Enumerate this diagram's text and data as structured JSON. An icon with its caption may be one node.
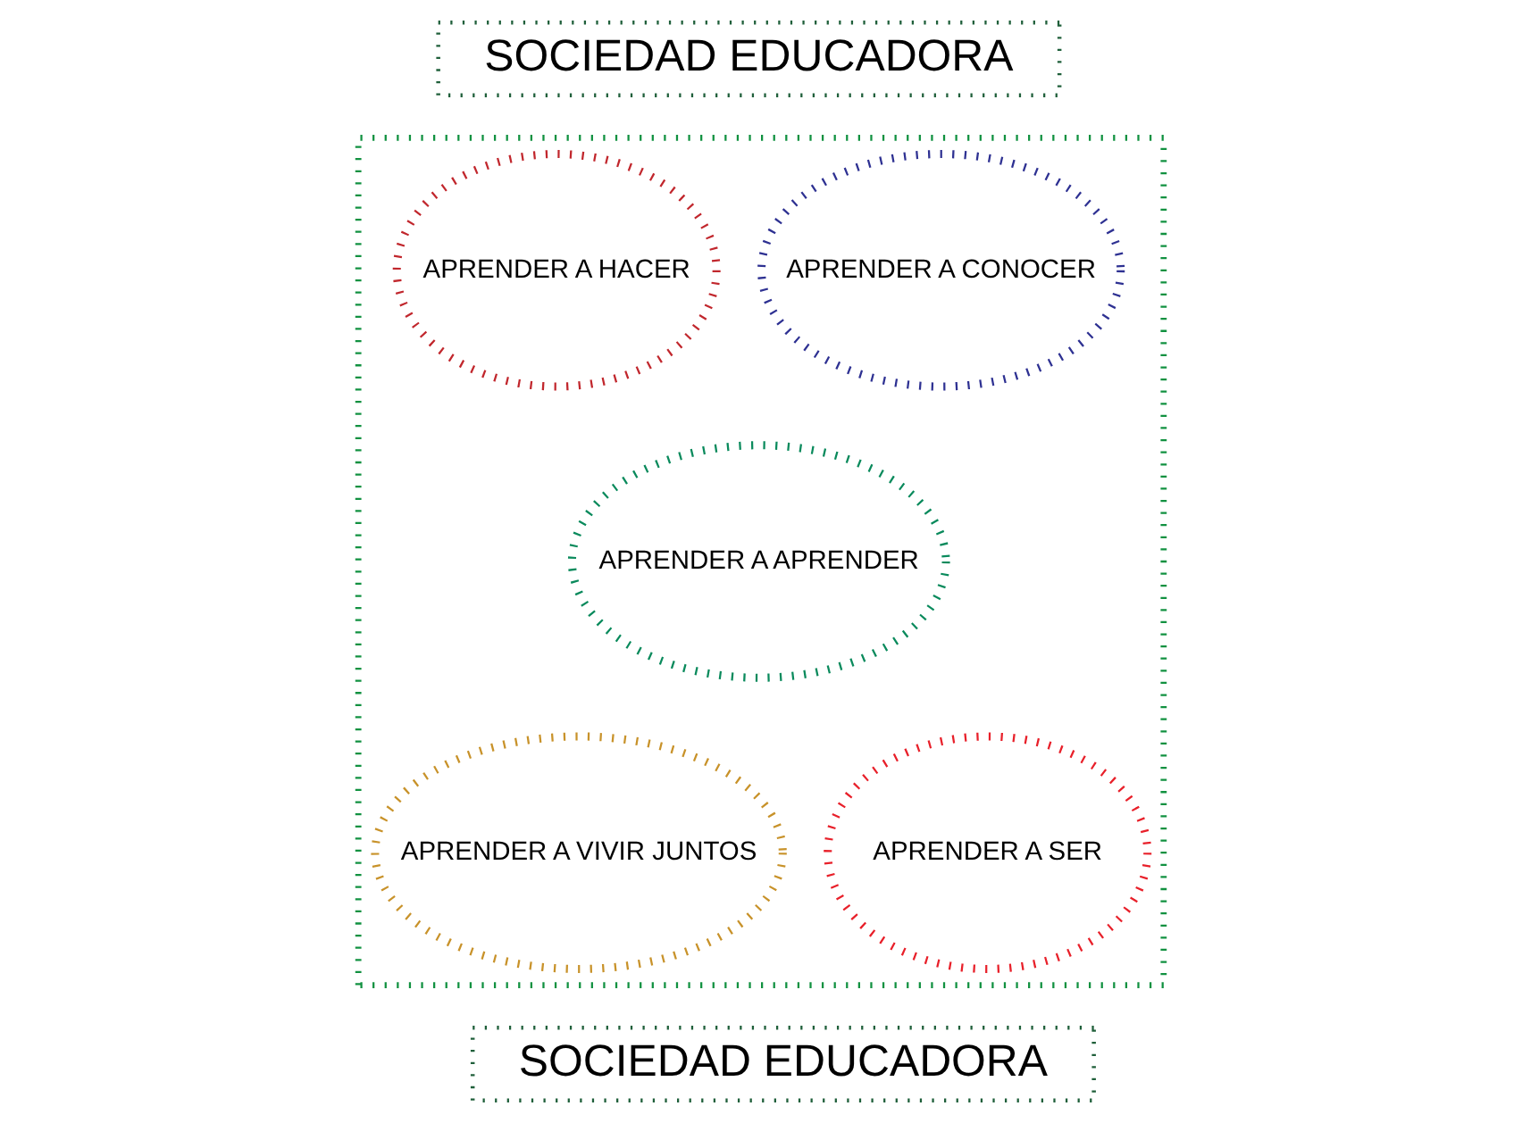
{
  "diagram": {
    "nodes": [
      {
        "text": [
          "SOCIEDAD EDUCADORA"
        ]
      },
      {
        "text": [],
        "shape": "box"
      },
      {
        "text": [
          "APRENDER A CONOCER"
        ],
        "in": 1
      },
      {
        "text": [
          "APRENDER A HACER"
        ],
        "in": 1
      },
      {
        "text": [
          "APRENDER A APRENDER"
        ],
        "in": 1
      },
      {
        "text": [
          "APRENDER A VIVIR JUNTOS"
        ],
        "in": 1
      },
      {
        "text": [
          "APRENDER A SER"
        ],
        "in": 1
      },
      {
        "text": [
          "SOCIEDAD EDUCADORA"
        ]
      }
    ],
    "edges": []
  }
}
